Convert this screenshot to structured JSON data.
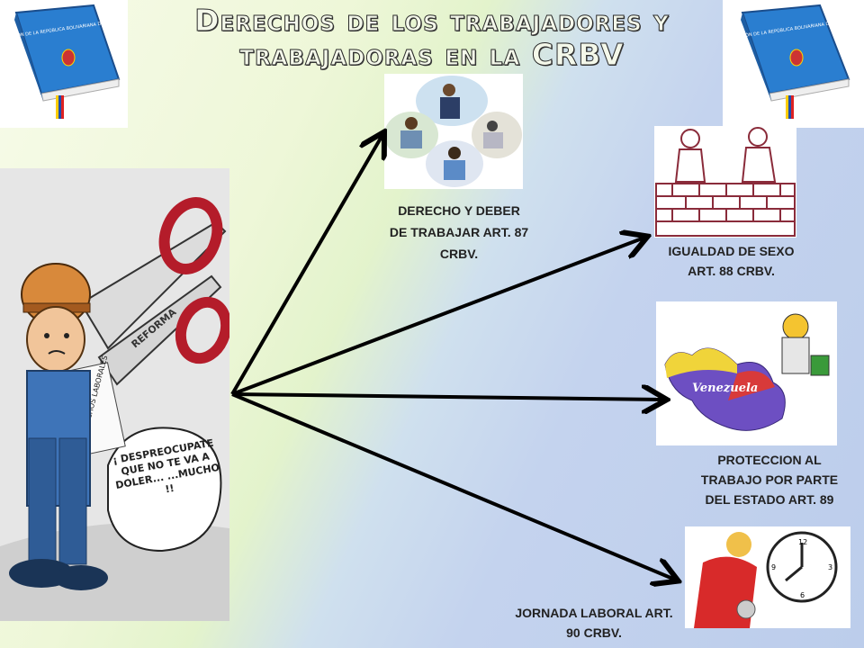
{
  "title": "Derechos de los trabajadores y trabajadoras en la CRBV",
  "items": [
    {
      "label": "DERECHO Y DEBER DE TRABAJAR ART. 87 CRBV."
    },
    {
      "label": "IGUALDAD DE SEXO ART. 88 CRBV."
    },
    {
      "label": "PROTECCION AL TRABAJO POR PARTE DEL ESTADO ART. 89"
    },
    {
      "label": "JORNADA LABORAL ART. 90 CRBV."
    }
  ],
  "book": {
    "cover_text": "CONSTITUCIÓN DE LA REPÚBLICA BOLIVARIANA DE VENEZUELA"
  },
  "cartoon": {
    "speech": "¡ DESPREOCUPATE QUE NO TE VA A DOLER... ...MUCHO !!",
    "paper_left": "DERECHOS LABORALES",
    "paper_right": "REFORMA"
  },
  "map": {
    "label": "Venezuela"
  },
  "colors": {
    "arrow": "#000000",
    "book_blue": "#2a7ed0",
    "brick": "#8a2b3a"
  }
}
